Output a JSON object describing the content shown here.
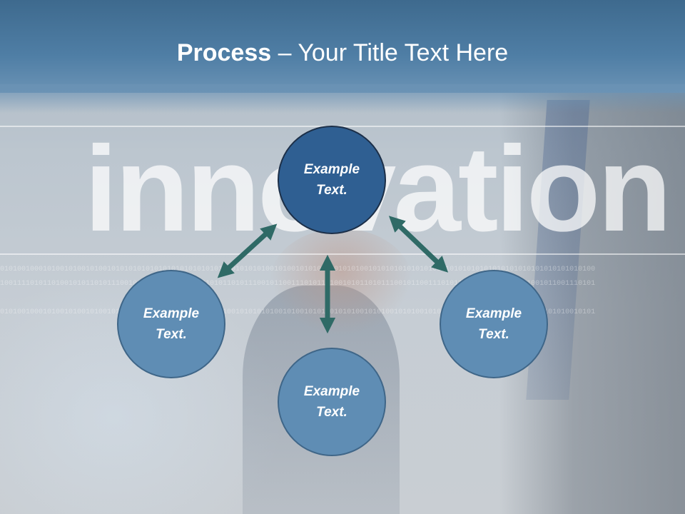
{
  "slide": {
    "title_bold": "Process",
    "title_rest": " – Your Title Text Here",
    "background_word": "innovation",
    "binary_lines": [
      "0101001000101001010010100101010101010101010101010101010101010100101001010101010101010010101010101010101010101010101010101010101010101010100",
      "1001111010110100101011010111001011001110101101001010110101110010110011101011010010101101011100101100111010110100101011010111001011001110101",
      "0101001000101001010010100101010101010010100101001010100101010101001010010101001010100101010010101001010100101010010101001010100101010010101"
    ]
  },
  "diagram": {
    "nodes": [
      {
        "id": "center",
        "line1": "Example",
        "line2": "Text."
      },
      {
        "id": "left",
        "line1": "Example",
        "line2": "Text."
      },
      {
        "id": "bottom",
        "line1": "Example",
        "line2": "Text."
      },
      {
        "id": "right",
        "line1": "Example",
        "line2": "Text."
      }
    ],
    "arrow_color": "#2f6a66",
    "center_color": "#2f5f92",
    "outer_color": "#5f8db4"
  }
}
